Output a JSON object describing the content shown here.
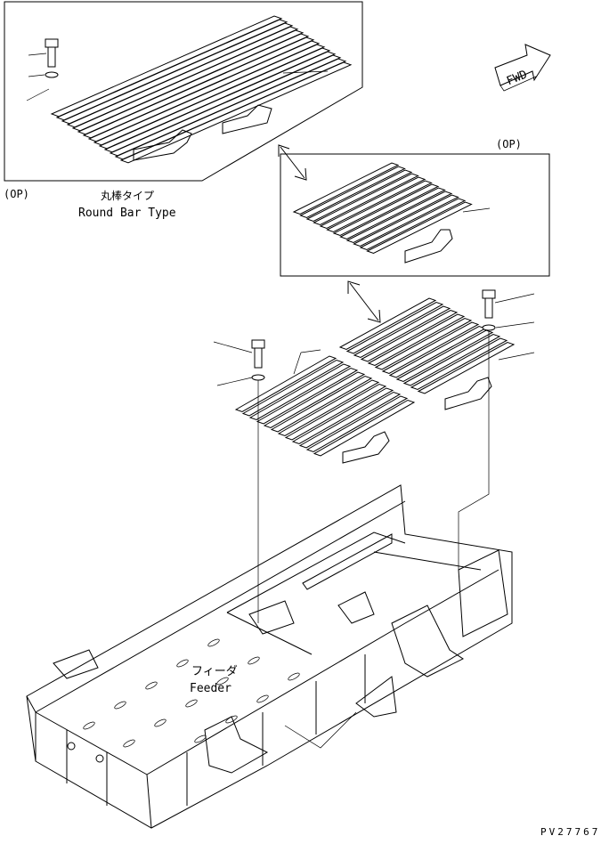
{
  "labels": {
    "op_box1": "(OP)",
    "op_box2": "(OP)",
    "round_bar_jp": "丸棒タイプ",
    "round_bar_en": "Round Bar Type",
    "fwd": "FWD",
    "feeder_jp": "フィーダ",
    "feeder_en": "Feeder",
    "drawing_no": "PV27767"
  }
}
